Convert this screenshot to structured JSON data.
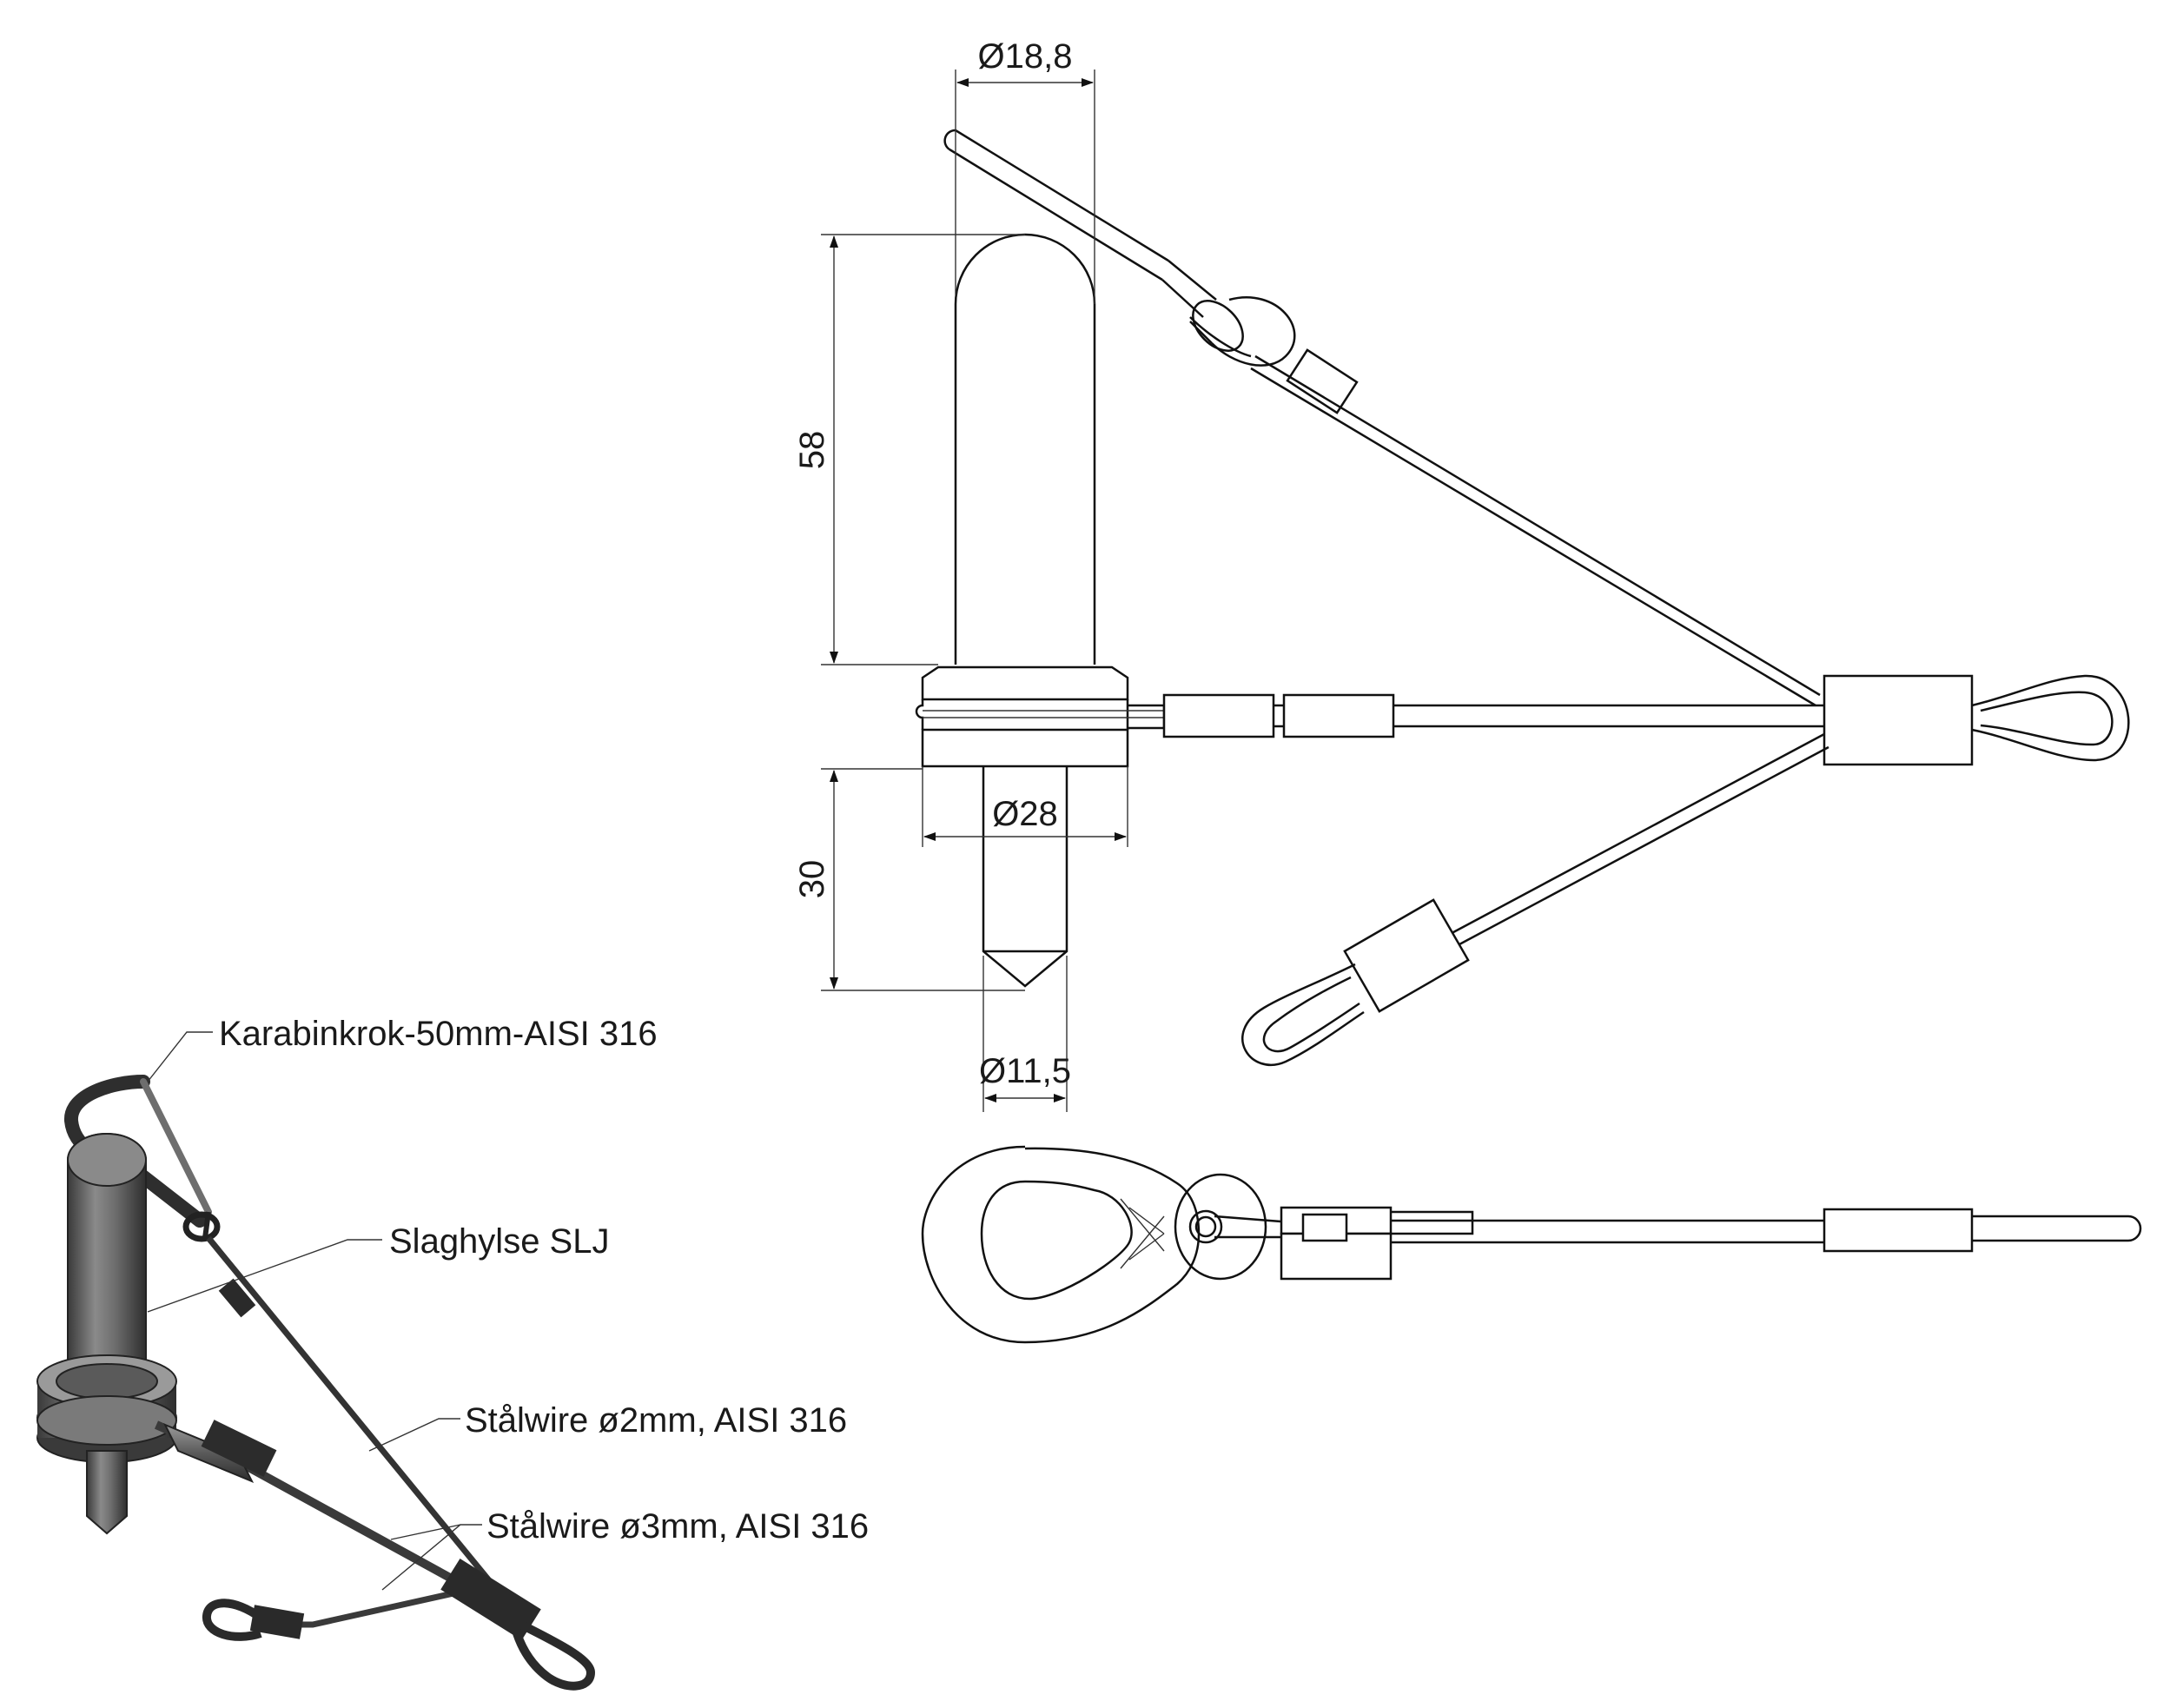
{
  "dimensions": {
    "head_diameter": "Ø18,8",
    "body_length": "58",
    "flange_diameter": "Ø28",
    "tip_length": "30",
    "tip_diameter": "Ø11,5"
  },
  "callouts": [
    {
      "id": "karabinkrok",
      "label": "Karabinkrok-50mm-AISI 316"
    },
    {
      "id": "slaghylse",
      "label": "Slaghylse SLJ"
    },
    {
      "id": "wire-2mm",
      "label": "Stålwire ø2mm, AISI 316"
    },
    {
      "id": "wire-3mm",
      "label": "Stålwire ø3mm, AISI 316"
    }
  ],
  "colors": {
    "line": "#111111",
    "metal_dark": "#3a3a3a",
    "metal_mid": "#6e6e6e",
    "metal_light": "#a8a8a8",
    "background": "#ffffff"
  }
}
